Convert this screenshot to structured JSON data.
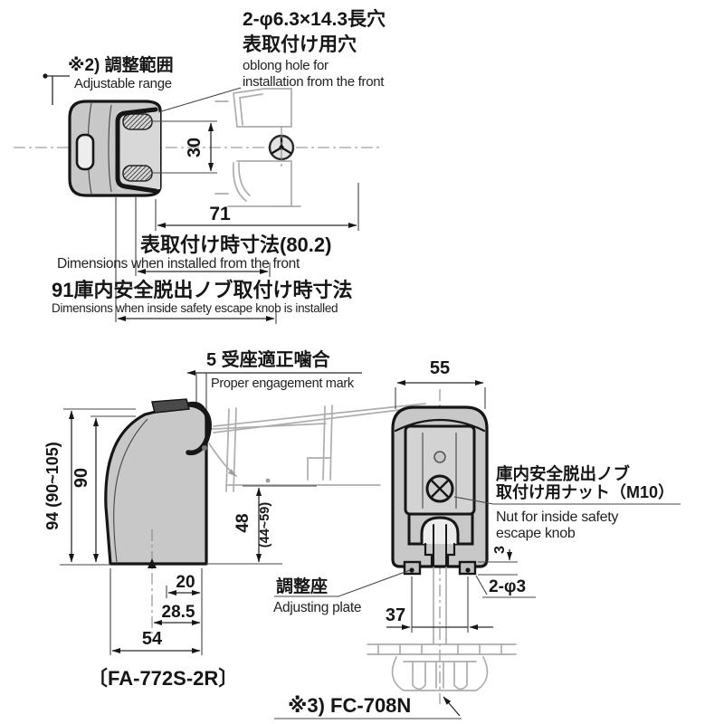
{
  "colors": {
    "line": "#161616",
    "body_fill": "#c8c8c8",
    "inner_fill": "#d6d6d6",
    "phantom": "#adadad",
    "background": "#ffffff"
  },
  "annotations": {
    "oblong_hole": {
      "jp1": "2-φ6.3×14.3長穴",
      "jp2": "表取付け用穴",
      "en1": "oblong hole for",
      "en2": "installation from the front"
    },
    "adjustable_range": {
      "jp": "※2) 調整範囲",
      "en": "Adjustable range"
    },
    "front_install": {
      "jp": "表取付け時寸法(80.2)",
      "en": "Dimensions when installed from the front"
    },
    "escape_knob_install": {
      "jp": "91庫内安全脱出ノブ取付け時寸法",
      "en": "Dimensions when inside safety escape knob is installed"
    },
    "engagement": {
      "jp": "5 受座適正噛合",
      "en": "Proper engagement mark"
    },
    "nut": {
      "jp1": "庫内安全脱出ノブ",
      "jp2": "取付け用ナット（M10）",
      "en1": "Nut for inside safety",
      "en2": "escape knob"
    },
    "adjusting_plate": {
      "jp": "調整座",
      "en": "Adjusting plate"
    },
    "model_latch": "〔FA-772S-2R〕",
    "model_knob": "※3) FC-708N"
  },
  "dimensions": {
    "hole_pitch": "30",
    "installed_depth": "71",
    "front_width": "55",
    "overall_height": "94 (90~105)",
    "body_height": "90",
    "keeper_height": "48",
    "keeper_height_range": "(44~59)",
    "offset_20": "20",
    "offset_28_5": "28.5",
    "base_width": "54",
    "hole_span": "37",
    "plate_thickness": "3",
    "plate_holes": "2-φ3"
  }
}
